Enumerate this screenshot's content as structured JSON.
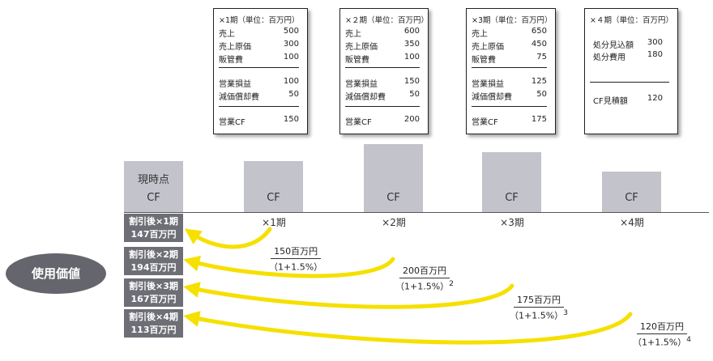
{
  "cards": [
    {
      "header": "×1期（単位：百万円）",
      "rows": [
        {
          "label": "売上",
          "value": "500"
        },
        {
          "label": "売上原価",
          "value": "300"
        },
        {
          "label": "販管費",
          "value": "100"
        },
        {
          "label": "営業損益",
          "value": "100"
        },
        {
          "label": "減価償却費",
          "value": "50"
        },
        {
          "label": "営業CF",
          "value": "150"
        }
      ]
    },
    {
      "header": "×２期（単位：百万円）",
      "rows": [
        {
          "label": "売上",
          "value": "600"
        },
        {
          "label": "売上原価",
          "value": "350"
        },
        {
          "label": "販管費",
          "value": "100"
        },
        {
          "label": "営業損益",
          "value": "150"
        },
        {
          "label": "減価償却費",
          "value": "50"
        },
        {
          "label": "営業CF",
          "value": "200"
        }
      ]
    },
    {
      "header": "×3期（単位：百万円）",
      "rows": [
        {
          "label": "売上",
          "value": "650"
        },
        {
          "label": "売上原価",
          "value": "450"
        },
        {
          "label": "販管費",
          "value": "75"
        },
        {
          "label": "営業損益",
          "value": "125"
        },
        {
          "label": "減価償却費",
          "value": "50"
        },
        {
          "label": "営業CF",
          "value": "175"
        }
      ]
    },
    {
      "header": "×４期（単位：百万円）",
      "rows": [
        {
          "label": "処分見込額",
          "value": "300"
        },
        {
          "label": "処分費用",
          "value": "180"
        },
        {
          "label": "CF見積額",
          "value": "120"
        }
      ]
    }
  ],
  "present": {
    "title": "現時点",
    "cf_label": "CF"
  },
  "bars": [
    {
      "label": "CF",
      "period": "×1期",
      "value": 150
    },
    {
      "label": "CF",
      "period": "×2期",
      "value": 200
    },
    {
      "label": "CF",
      "period": "×3期",
      "value": 175
    },
    {
      "label": "CF",
      "period": "×4期",
      "value": 120
    }
  ],
  "discounted": [
    {
      "line1": "割引後×1期",
      "line2": "147百万円"
    },
    {
      "line1": "割引後×2期",
      "line2": "194百万円"
    },
    {
      "line1": "割引後×3期",
      "line2": "167百万円"
    },
    {
      "line1": "割引後×4期",
      "line2": "113百万円"
    }
  ],
  "fractions": [
    {
      "numerator": "150百万円",
      "denominator": "（1+1.5%）",
      "exponent": ""
    },
    {
      "numerator": "200百万円",
      "denominator": "（1+1.5%）",
      "exponent": "2"
    },
    {
      "numerator": "175百万円",
      "denominator": "（1+1.5%）",
      "exponent": "3"
    },
    {
      "numerator": "120百万円",
      "denominator": "（1+1.5%）",
      "exponent": "4"
    }
  ],
  "value_in_use": "使用価値",
  "colors": {
    "bar": "#c3c3cc",
    "dark_box": "#6e6e76",
    "oval": "#65656d",
    "arrow": "#f5e000"
  }
}
